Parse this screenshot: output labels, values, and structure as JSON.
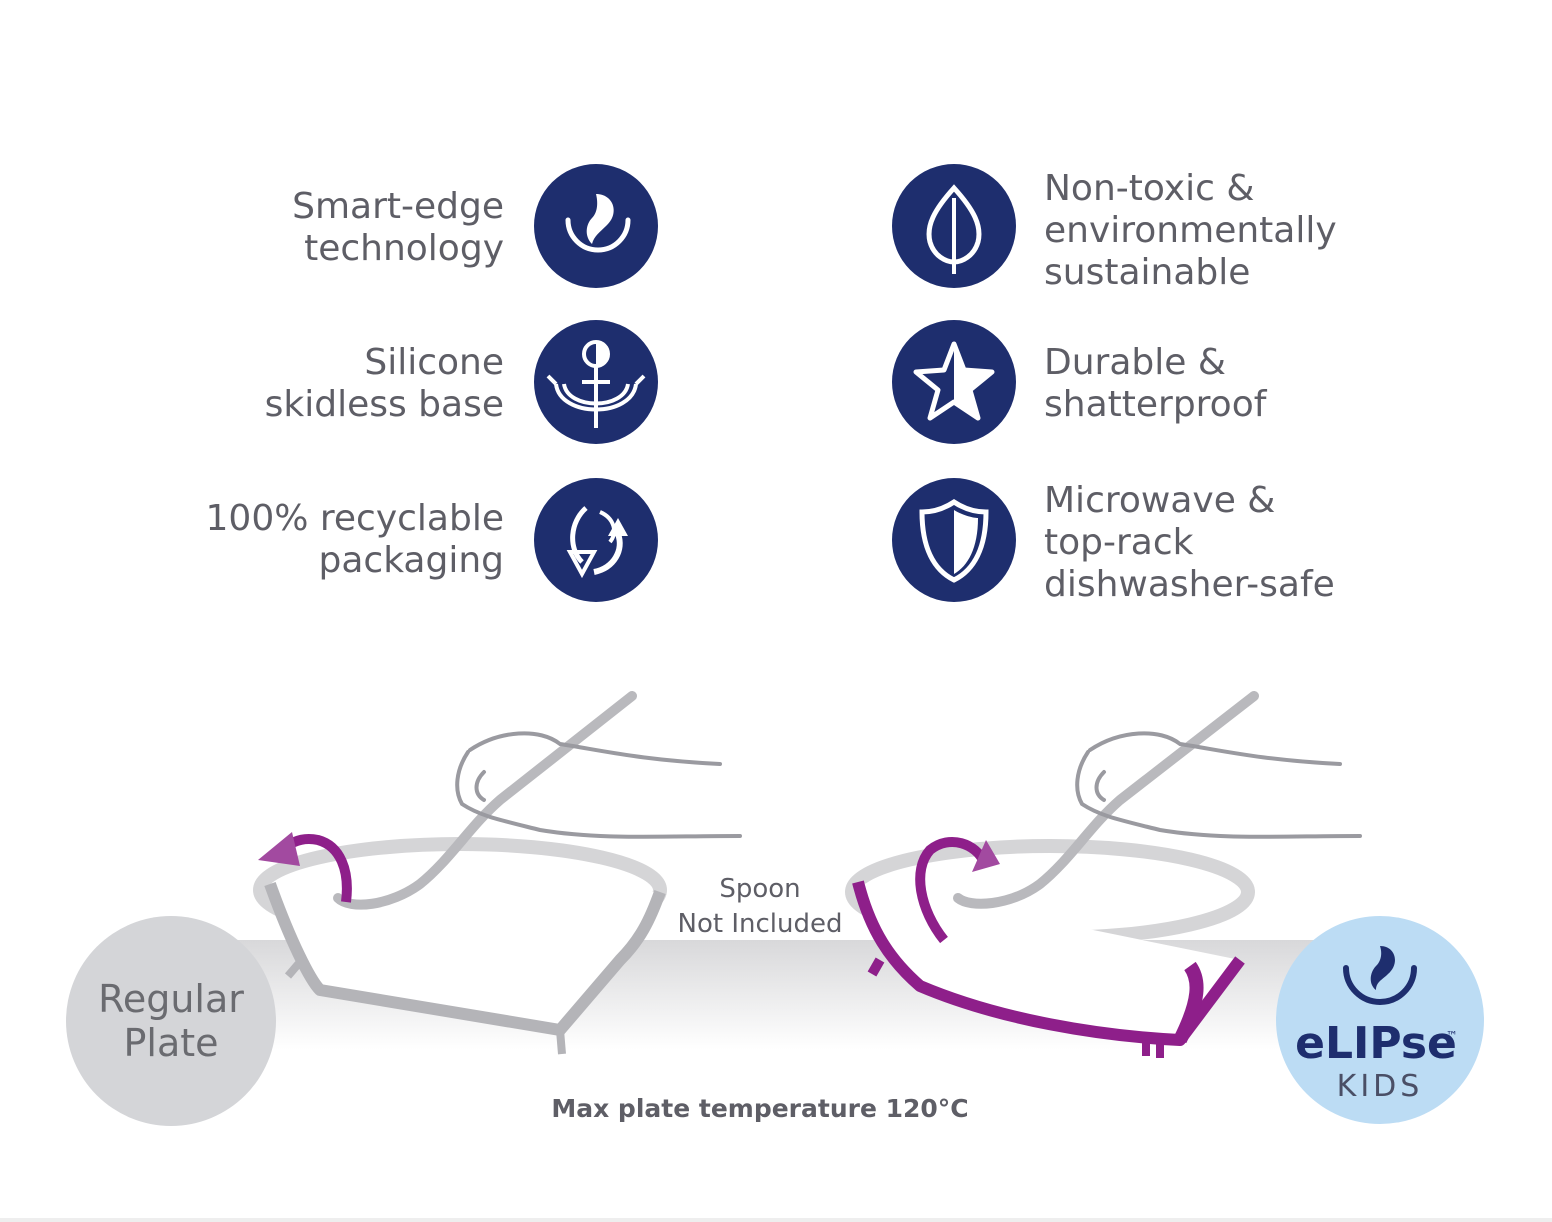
{
  "features_left": [
    {
      "label": "Smart-edge\ntechnology",
      "icon": "smart-edge-icon"
    },
    {
      "label": "Silicone\nskidless base",
      "icon": "anchor-icon"
    },
    {
      "label": "100% recyclable\npackaging",
      "icon": "recycle-icon"
    }
  ],
  "features_right": [
    {
      "label": "Non-toxic &\nenvironmentally\nsustainable",
      "icon": "leaf-icon"
    },
    {
      "label": "Durable &\nshatterproof",
      "icon": "star-icon"
    },
    {
      "label": "Microwave &\ntop-rack\ndishwasher-safe",
      "icon": "shield-icon"
    }
  ],
  "illustration": {
    "spoon_note": "Spoon\nNot Included",
    "temperature_note": "Max plate temperature 120°C",
    "regular_badge": "Regular\nPlate",
    "brand_logo": {
      "word": "eLIPse",
      "trademark": "™",
      "sub": "KIDS"
    }
  },
  "colors": {
    "icon_navy": "#1e2e6e",
    "text_gray": "#5e5e66",
    "accent_purple": "#8e1f8a",
    "regular_badge_gray": "#d4d5d8",
    "brand_badge_blue": "#bcdcf4"
  }
}
